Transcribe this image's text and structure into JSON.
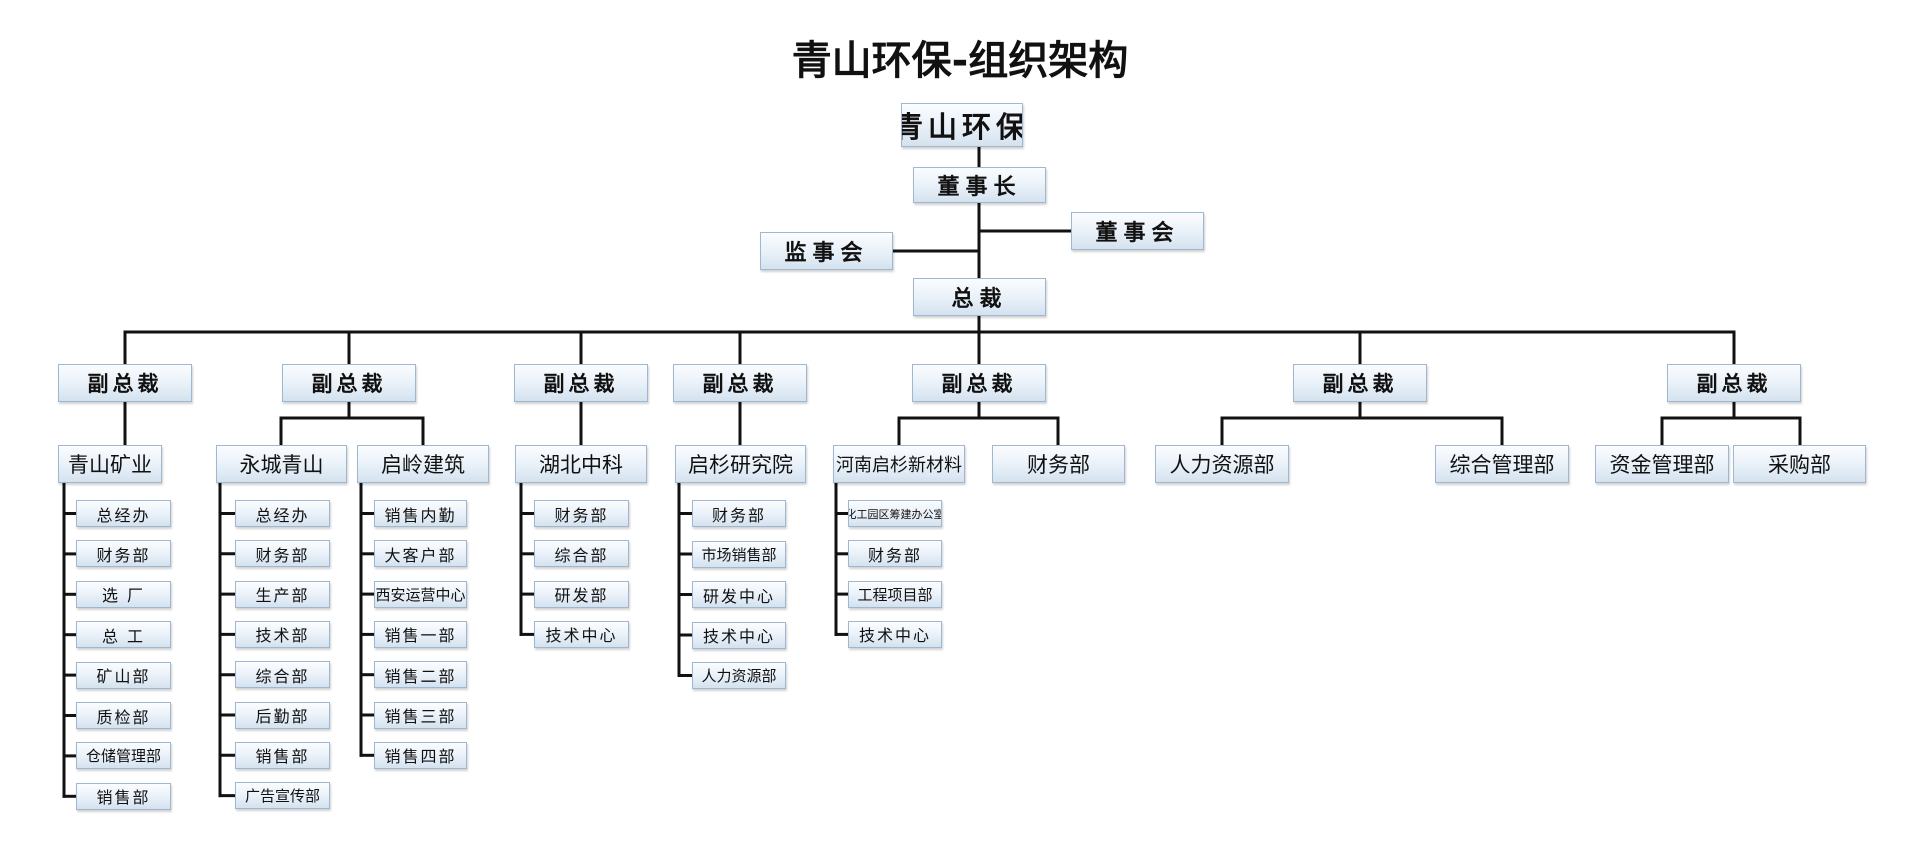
{
  "title": "青山环保-组织架构",
  "root": "青山环保",
  "chairman": "董事长",
  "board_of_directors": "董事会",
  "supervisory_board": "监事会",
  "president": "总裁",
  "vp_label": "副总裁",
  "units": {
    "qingshan_mining": {
      "name": "青山矿业",
      "departments": [
        "总经办",
        "财务部",
        "选  厂",
        "总  工",
        "矿山部",
        "质检部",
        "仓储管理部",
        "销售部"
      ]
    },
    "yongcheng_qingshan": {
      "name": "永城青山",
      "departments": [
        "总经办",
        "财务部",
        "生产部",
        "技术部",
        "综合部",
        "后勤部",
        "销售部",
        "广告宣传部"
      ]
    },
    "qiling_construction": {
      "name": "启岭建筑",
      "departments": [
        "销售内勤",
        "大客户部",
        "西安运营中心",
        "销售一部",
        "销售二部",
        "销售三部",
        "销售四部"
      ]
    },
    "hubei_zhongke": {
      "name": "湖北中科",
      "departments": [
        "财务部",
        "综合部",
        "研发部",
        "技术中心"
      ]
    },
    "qishan_institute": {
      "name": "启杉研究院",
      "departments": [
        "财务部",
        "市场销售部",
        "研发中心",
        "技术中心",
        "人力资源部"
      ]
    },
    "henan_materials": {
      "name": "河南启杉新材料",
      "departments": [
        "化工园区筹建办公室",
        "财务部",
        "工程项目部",
        "技术中心"
      ]
    },
    "finance": {
      "name": "财务部"
    },
    "hr": {
      "name": "人力资源部"
    },
    "general_management": {
      "name": "综合管理部"
    },
    "capital_management": {
      "name": "资金管理部"
    },
    "procurement": {
      "name": "采购部"
    }
  }
}
